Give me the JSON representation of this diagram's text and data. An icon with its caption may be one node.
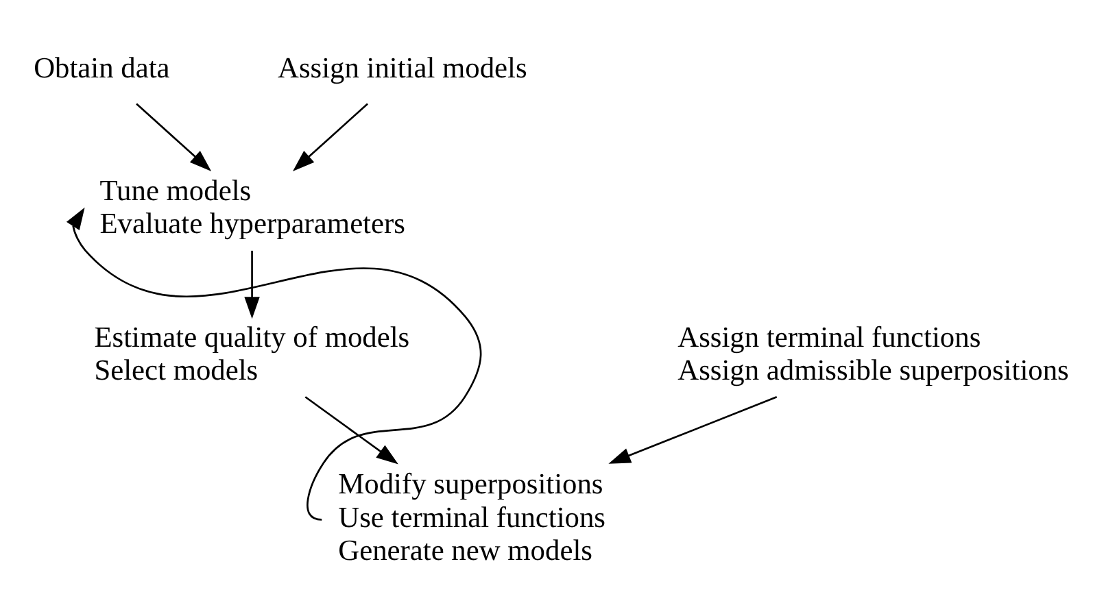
{
  "diagram": {
    "nodes": [
      {
        "text": [
          "Obtain data"
        ]
      },
      {
        "text": [
          "Assign initial models"
        ]
      },
      {
        "text": [
          "Assign terminal functions",
          "Assign admissible superpositions"
        ]
      },
      {
        "text": [
          "Tune models",
          "Evaluate hyperparameters"
        ]
      },
      {
        "text": [
          "Estimate quality of models",
          "Select models"
        ]
      },
      {
        "text": [
          "Modify superpositions",
          "Use terminal functions",
          "Generate new models"
        ]
      }
    ],
    "edges": [
      {
        "from": 0,
        "to": 3,
        "arrow": "to"
      },
      {
        "from": 1,
        "to": 3,
        "arrow": "to"
      },
      {
        "from": 2,
        "to": 5,
        "arrow": "to"
      },
      {
        "from": 3,
        "to": 4,
        "arrow": "to"
      },
      {
        "from": 4,
        "to": 5,
        "arrow": "to"
      },
      {
        "from": 5,
        "to": 3,
        "arrow": "to"
      }
    ]
  }
}
